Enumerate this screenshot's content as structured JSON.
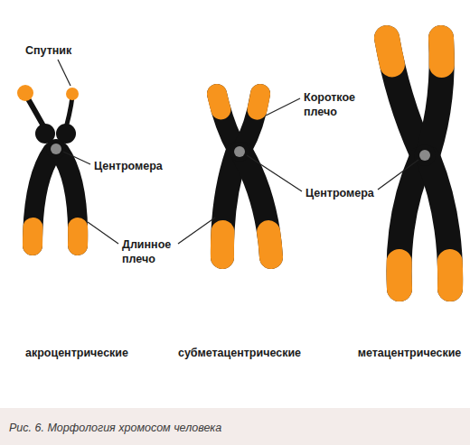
{
  "diagram": {
    "caption": "Рис. 6. Морфология хромосом человека",
    "labels": [
      "Спутник",
      "Центромера",
      "Короткое плечо",
      "Длинное плечо",
      "Центромера",
      "акроцентрические",
      "субметацентрические",
      "метацентрические"
    ]
  }
}
